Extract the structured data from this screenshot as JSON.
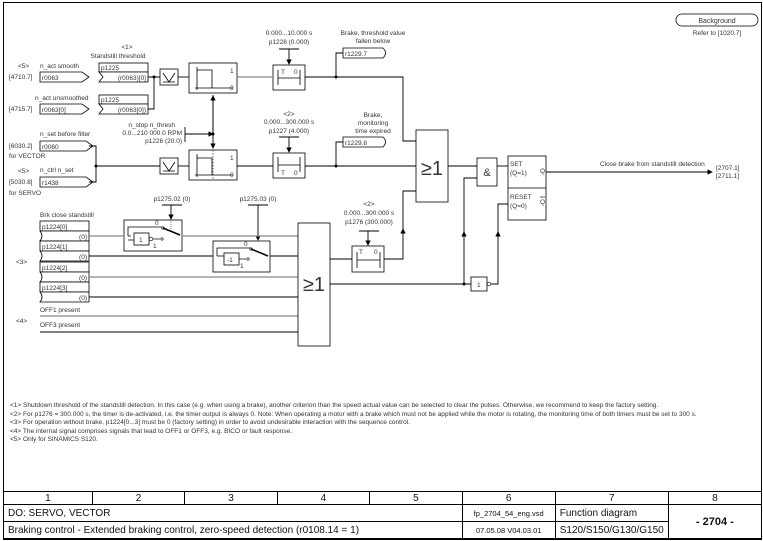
{
  "background_badge": {
    "label": "Background",
    "refer": "Refer to [1020.7]"
  },
  "inputs": {
    "n_act_smooth": {
      "footnote": "<5>",
      "label": "n_act smooth",
      "ref": "[4710.7]",
      "param": "r0063"
    },
    "n_act_unsmoothed": {
      "label": "n_act unsmoothed",
      "ref": "[4715.7]",
      "param": "r0063[0]"
    },
    "n_set_before_filter": {
      "label": "n_set before filter",
      "ref": "[6030.2]",
      "param": "r0060",
      "note": "for VECTOR"
    },
    "n_ctrl_n_set": {
      "footnote": "<5>",
      "label": "n_ctrl n_set",
      "ref": "[5030.8]",
      "param": "r1438",
      "note": "for SERVO"
    }
  },
  "standstill_threshold": {
    "footnote": "<1>",
    "title": "Standstill threshold",
    "sel1": {
      "param": "p1225",
      "value": "(r0063)[0]"
    },
    "sel2": {
      "param": "p1225",
      "value": "(r0063[0])"
    }
  },
  "n_stop": {
    "name": "n_stop n_thresh",
    "range": "0.0...210 000.0 RPM",
    "param": "p1226 (20.0)"
  },
  "timer1": {
    "range": "0.000...10.000 s",
    "param": "p1228 (0.000)"
  },
  "timer2": {
    "footnote": "<2>",
    "range": "0.000...300.000 s",
    "param": "p1227 (4.000)"
  },
  "timer3": {
    "footnote": "<2>",
    "range": "0.000...300.000 s",
    "param": "p1276 (300.000)"
  },
  "timer_labels": {
    "T": "T",
    "zero": "0"
  },
  "comparator_labels": {
    "one": "1",
    "zero": "0"
  },
  "outputs": {
    "threshold_fallen": {
      "label_l1": "Brake, threshold value",
      "label_l2": "fallen below",
      "param": "r1229.7"
    },
    "monitoring_expired": {
      "label_l1": "Brake,",
      "label_l2": "monitoring",
      "label_l3": "time expired",
      "param": "r1229.8"
    },
    "close_brake": {
      "label": "Close brake from standstill detection",
      "ref1": "[2707.1]",
      "ref2": "[2711.1]"
    }
  },
  "gates": {
    "or_label": "≥1",
    "and_label": "&",
    "not_label": "1",
    "invert_label": "1",
    "neg_label": "-1"
  },
  "flipflop": {
    "set": "SET",
    "set_sub": "(Q=1)",
    "q": "Q",
    "reset": "RESET",
    "reset_sub": "(Q=0)",
    "qbar": "Q"
  },
  "switches": {
    "sw1": {
      "param": "p1275.02 (0)",
      "pos0": "0",
      "pos1": "1"
    },
    "sw2": {
      "param": "p1275.03 (0)",
      "pos0": "0",
      "pos1": "1"
    }
  },
  "brake_close": {
    "title": "Brk close standstill",
    "group_footnote": "<3>",
    "items": [
      {
        "param": "p1224[0]",
        "value": "(0)"
      },
      {
        "param": "p1224[1]",
        "value": "(0)"
      },
      {
        "param": "p1224[2]",
        "value": "(0)"
      },
      {
        "param": "p1224[3]",
        "value": "(0)"
      }
    ],
    "off_footnote": "<4>",
    "off1": "OFF1 present",
    "off3": "OFF3 present"
  },
  "notes": [
    {
      "tag": "<1>",
      "text": "Shutdown threshold of the standstill detection. In this case (e.g. when using a brake), another criterion than the speed actual value can be selected to clear the pulses. Otherwise, we recommend to keep the factory setting."
    },
    {
      "tag": "<2>",
      "text": "For p1276 = 300.000 s, the timer is de-activated, i.e. the timer output is always 0. Note: When operating a motor with a brake which must not be applied while the motor is rotating, the monitoring time of both timers must be set to 300 s."
    },
    {
      "tag": "<3>",
      "text": "For operation without brake, p1224[0...3] must be 0 (factory setting) in order to avoid undesirable interaction with the sequence control."
    },
    {
      "tag": "<4>",
      "text": "The internal signal comprises signals that lead to OFF1 or OFF3, e.g. BICO or fault response."
    },
    {
      "tag": "<5>",
      "text": "Only for SINAMICS S120."
    }
  ],
  "footer": {
    "columns": [
      "1",
      "2",
      "3",
      "4",
      "5",
      "6",
      "7",
      "8"
    ],
    "do_line": "DO: SERVO, VECTOR",
    "title": "Braking control - Extended braking control, zero-speed detection (r0108.14 = 1)",
    "file": "fp_2704_54_eng.vsd",
    "date_version": "07.05.08   V04.03.01",
    "doc_type": "Function diagram",
    "devices": "S120/S150/G130/G150",
    "page": "- 2704 -"
  }
}
